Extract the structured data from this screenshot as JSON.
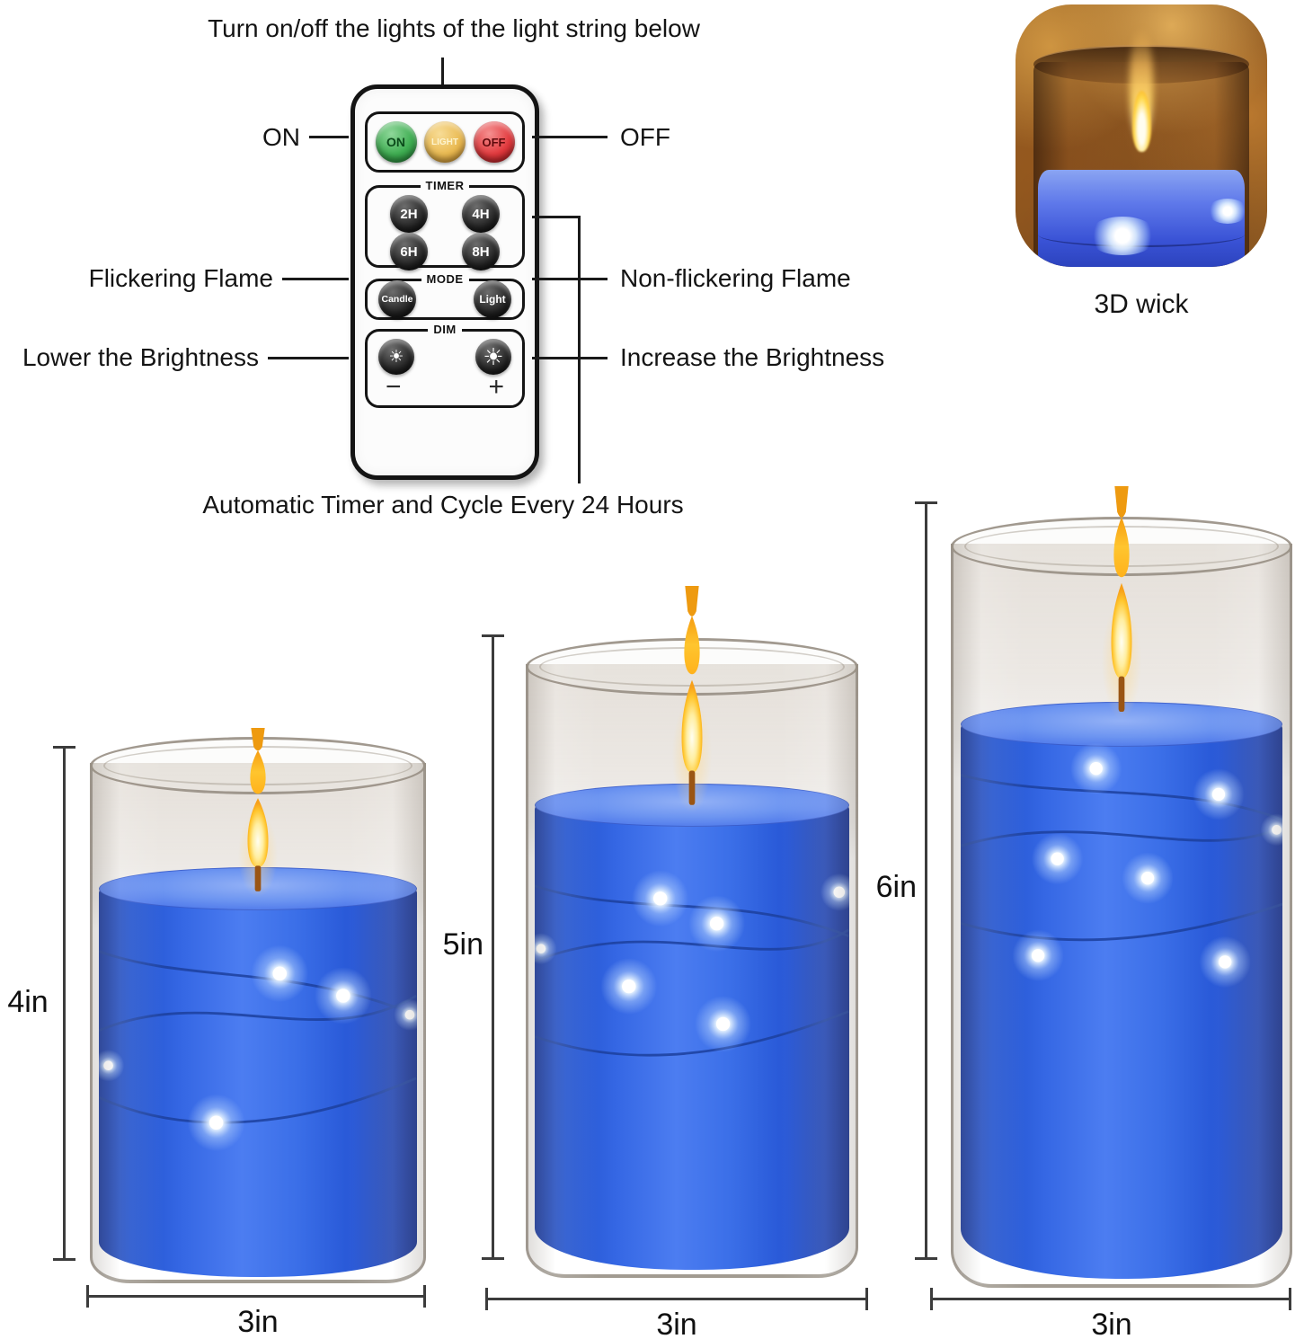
{
  "captions": {
    "remote_top": "Turn on/off the lights of the light string below",
    "remote_bottom": "Automatic Timer and Cycle Every 24 Hours",
    "wick": "3D wick"
  },
  "remote": {
    "power": {
      "on": "ON",
      "light": "LIGHT",
      "off": "OFF"
    },
    "timer": {
      "label": "TIMER",
      "b1": "2H",
      "b2": "4H",
      "b3": "6H",
      "b4": "8H"
    },
    "mode": {
      "label": "MODE",
      "candle": "Candle",
      "light": "Light"
    },
    "dim": {
      "label": "DIM",
      "low_icon": "☀",
      "high_icon": "☀",
      "minus": "−",
      "plus": "+"
    }
  },
  "labels": {
    "on": "ON",
    "off": "OFF",
    "flickering": "Flickering Flame",
    "non_flickering": "Non-flickering Flame",
    "lower": "Lower the Brightness",
    "increase": "Increase the Brightness"
  },
  "candles": [
    {
      "height_label": "4in",
      "width_label": "3in"
    },
    {
      "height_label": "5in",
      "width_label": "3in"
    },
    {
      "height_label": "6in",
      "width_label": "3in"
    }
  ],
  "colors": {
    "wax_blue": "#2d5fe0",
    "flame_orange": "#f59f1b",
    "button_green": "#3fae52",
    "button_amber": "#eaba52",
    "button_red": "#e23a3e"
  }
}
